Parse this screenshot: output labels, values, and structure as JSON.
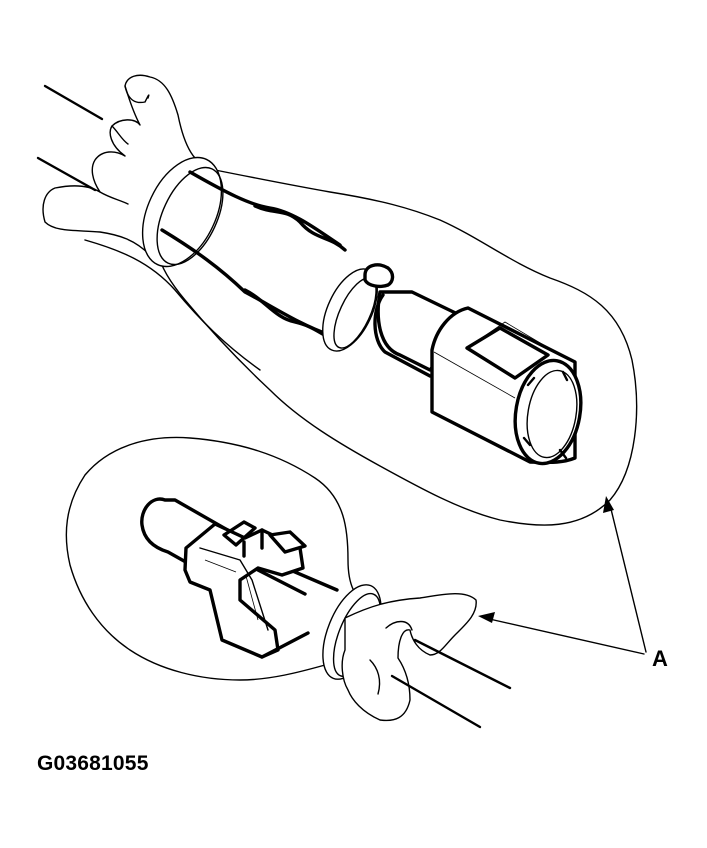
{
  "figure": {
    "id_label": "G03681055",
    "callouts": [
      {
        "label": "A",
        "description": "Rubber boot / seal (two locations indicated by leader arrows)"
      }
    ],
    "components": [
      "upper-connector-assembly-in-boot",
      "lower-connector-terminal-in-boot",
      "wire-harness-leads",
      "rubber-boot-collar"
    ]
  }
}
